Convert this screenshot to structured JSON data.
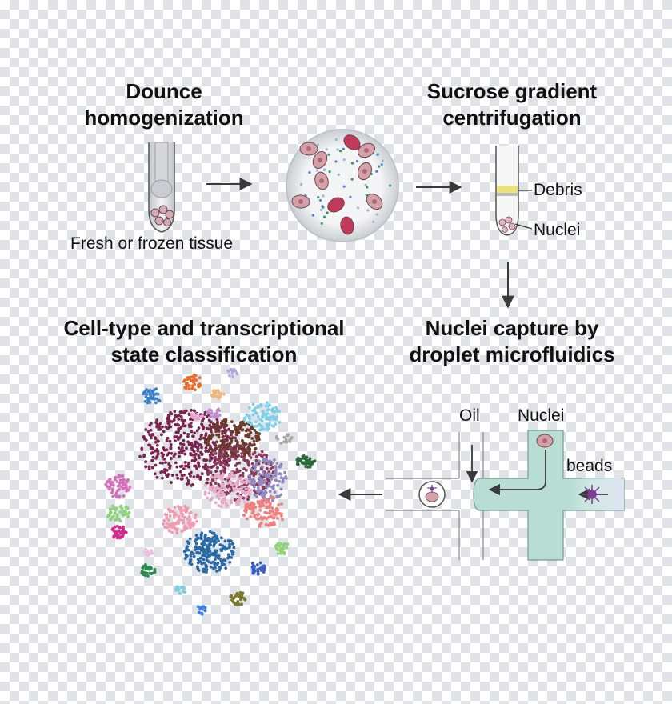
{
  "colors": {
    "arrow": "#3a3a3a",
    "channel": "#b8ddd3",
    "nucleus": "#d6a0a8",
    "mito": "#c23a5a",
    "bead": "#7d3c98"
  },
  "steps": {
    "dounce": {
      "title_line1": "Dounce",
      "title_line2": "homogenization",
      "caption": "Fresh or frozen tissue"
    },
    "sucrose": {
      "title_line1": "Sucrose gradient",
      "title_line2": "centrifugation",
      "label_debris": "Debris",
      "label_nuclei": "Nuclei"
    },
    "capture": {
      "title_line1": "Nuclei capture by",
      "title_line2": "droplet microfluidics",
      "label_oil": "Oil",
      "label_nuclei": "Nuclei",
      "label_beads": "beads"
    },
    "classify": {
      "title_line1": "Cell-type and transcriptional",
      "title_line2": "state classification"
    }
  },
  "icons": [
    "dounce-tube-icon",
    "tissue-lysate-icon",
    "centrifuge-tube-icon",
    "droplet-icon",
    "bead-icon",
    "tsne-plot-icon"
  ]
}
